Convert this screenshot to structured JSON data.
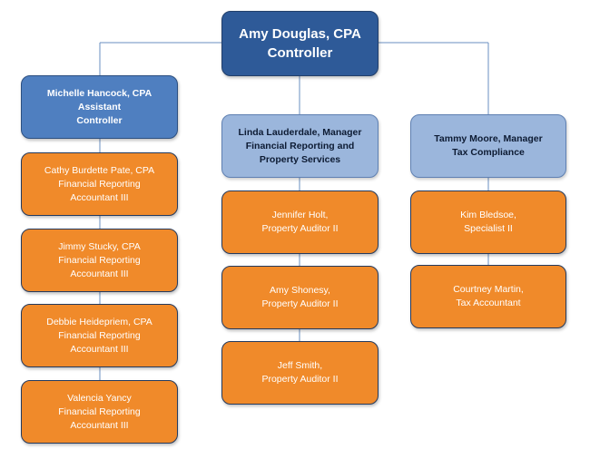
{
  "colors": {
    "controller": "#2e5a98",
    "assistant": "#4f7fc0",
    "manager": "#9bb6dc",
    "staff": "#f08a2a",
    "connector": "#6a8fc0"
  },
  "controller": {
    "line1": "Amy Douglas, CPA",
    "line2": "Controller"
  },
  "assistant_controller": {
    "line1": "Michelle Hancock, CPA",
    "line2": "Assistant",
    "line3": "Controller"
  },
  "left_team": [
    {
      "line1": "Cathy Burdette Pate, CPA",
      "line2": "Financial Reporting",
      "line3": "Accountant III"
    },
    {
      "line1": "Jimmy Stucky, CPA",
      "line2": "Financial Reporting",
      "line3": "Accountant III"
    },
    {
      "line1": "Debbie Heidepriem, CPA",
      "line2": "Financial Reporting",
      "line3": "Accountant III"
    },
    {
      "line1": "Valencia Yancy",
      "line2": "Financial Reporting",
      "line3": "Accountant III"
    }
  ],
  "manager_reporting": {
    "line1": "Linda Lauderdale, Manager",
    "line2": "Financial Reporting and",
    "line3": "Property Services"
  },
  "middle_team": [
    {
      "line1": "Jennifer Holt,",
      "line2": "Property Auditor II"
    },
    {
      "line1": "Amy Shonesy,",
      "line2": "Property Auditor II"
    },
    {
      "line1": "Jeff Smith,",
      "line2": "Property Auditor II"
    }
  ],
  "manager_tax": {
    "line1": "Tammy Moore, Manager",
    "line2": "Tax Compliance"
  },
  "right_team": [
    {
      "line1": "Kim Bledsoe,",
      "line2": "Specialist II"
    },
    {
      "line1": "Courtney Martin,",
      "line2": "Tax Accountant"
    }
  ]
}
